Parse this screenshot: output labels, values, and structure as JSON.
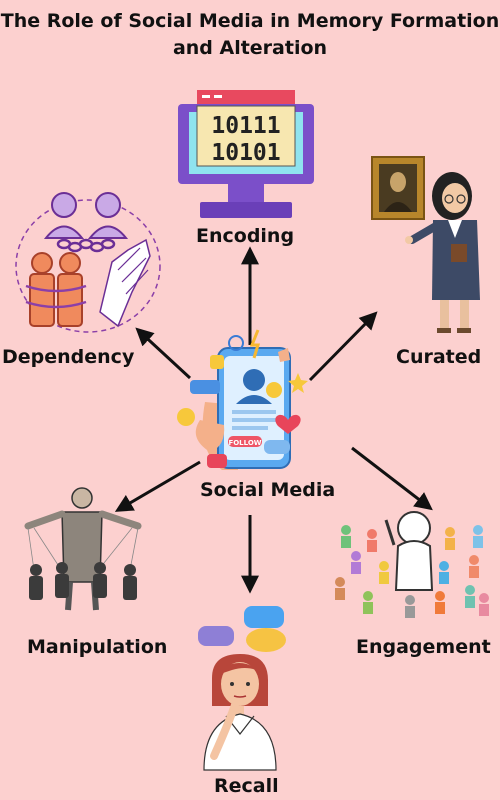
{
  "title_line1": "The Role of Social Media in Memory Formation",
  "title_line2": "and Alteration",
  "center": {
    "label": "Social Media",
    "follow_text": "FOLLOW"
  },
  "nodes": {
    "encoding": {
      "label": "Encoding",
      "binary_line1": "10111",
      "binary_line2": "10101"
    },
    "curated": {
      "label": "Curated"
    },
    "dependency": {
      "label": "Dependency"
    },
    "manipulation": {
      "label": "Manipulation"
    },
    "engagement": {
      "label": "Engagement"
    },
    "recall": {
      "label": "Recall"
    }
  },
  "colors": {
    "background": "#fcd0cf",
    "monitor": "#7b4fc9",
    "screen": "#f7e7b0",
    "bubble_blue": "#4aa3f0",
    "bubble_purple": "#8e7fd6",
    "bubble_yellow": "#f6c343"
  }
}
